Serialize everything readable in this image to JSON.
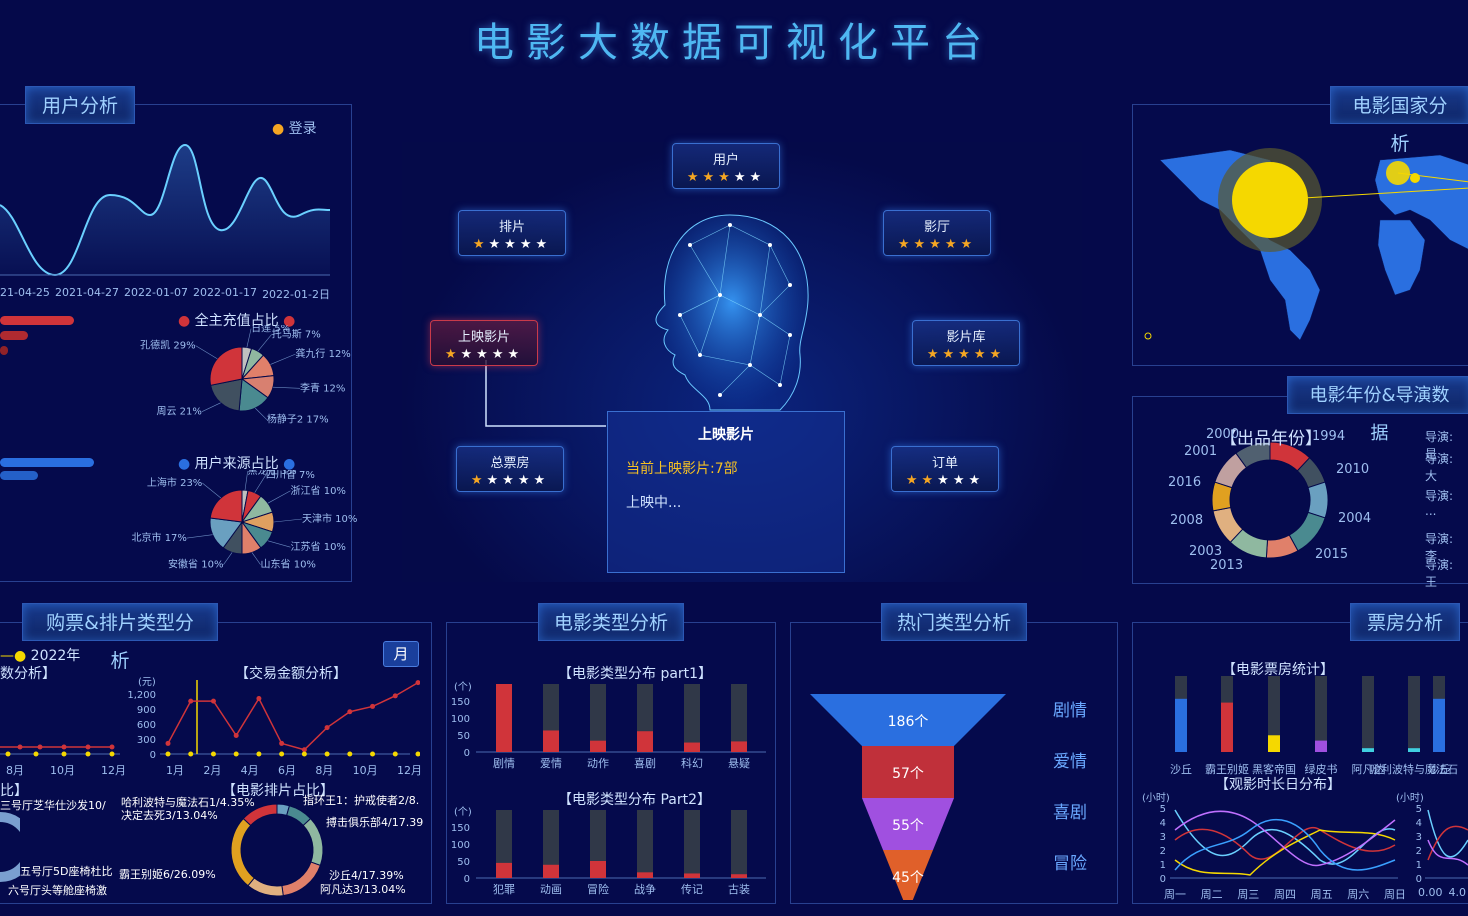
{
  "page": {
    "title": "电影大数据可视化平台"
  },
  "colors": {
    "bg": "#05094a",
    "accent": "#4fb8f2",
    "red": "#d0343a",
    "blue": "#2a6fe0",
    "gold": "#f5a623"
  },
  "user_analysis": {
    "tab": "用户分析",
    "legend": "登录",
    "dates": [
      "21-04-25",
      "2021-04-27",
      "2022-01-07",
      "2022-01-17",
      "2022-01-2日"
    ],
    "recharge_title": "全主充值占比",
    "recharge": [
      {
        "label": "日莲 5%",
        "value": 5
      },
      {
        "label": "托马斯 7%",
        "value": 7
      },
      {
        "label": "龚九行 12%",
        "value": 12
      },
      {
        "label": "李青 12%",
        "value": 12
      },
      {
        "label": "杨静子2 17%",
        "value": 17
      },
      {
        "label": "周云 21%",
        "value": 21
      },
      {
        "label": "孔德凯 29%",
        "value": 29
      }
    ],
    "source_title": "用户来源占比",
    "source": [
      {
        "label": "黑龙江 3%",
        "value": 3
      },
      {
        "label": "四川省 7%",
        "value": 7
      },
      {
        "label": "浙江省 10%",
        "value": 10
      },
      {
        "label": "天津市 10%",
        "value": 10
      },
      {
        "label": "江苏省 10%",
        "value": 10
      },
      {
        "label": "山东省 10%",
        "value": 10
      },
      {
        "label": "安徽省 10%",
        "value": 10
      },
      {
        "label": "北京市 17%",
        "value": 17
      },
      {
        "label": "上海市 23%",
        "value": 23
      }
    ]
  },
  "center": {
    "nodes": [
      {
        "label": "用户",
        "stars": 3
      },
      {
        "label": "排片",
        "stars": 1
      },
      {
        "label": "影厅",
        "stars": 5
      },
      {
        "label": "上映影片",
        "stars": 1
      },
      {
        "label": "影片库",
        "stars": 5
      },
      {
        "label": "总票房",
        "stars": 1
      },
      {
        "label": "订单",
        "stars": 2
      }
    ],
    "tooltip": {
      "title": "上映影片",
      "count": "当前上映影片:7部",
      "status": "上映中..."
    }
  },
  "country": {
    "tab": "电影国家分析"
  },
  "year_director": {
    "tab": "电影年份&导演数据",
    "center_title": "【出品年份】",
    "years": [
      "2001",
      "2000",
      "1994",
      "2010",
      "2016",
      "2004",
      "2008",
      "2003",
      "2013",
      "2015"
    ],
    "directors": [
      "导演: 是",
      "导演: 大",
      "导演: ...",
      "导演: 李",
      "导演: 王"
    ]
  },
  "ticket": {
    "tab": "购票&排片类型分析",
    "legend_year": "2022年",
    "left_title": "数分析】",
    "month_btn": "月",
    "right_title": "【交易金额分析】",
    "unit": "(元)",
    "yticks": [
      "1,200",
      "900",
      "600",
      "300",
      "0"
    ],
    "left_months": [
      "8月",
      "10月",
      "12月"
    ],
    "right_months": [
      "1月",
      "2月",
      "4月",
      "6月",
      "8月",
      "10月",
      "12月"
    ],
    "amount": [
      200,
      1000,
      1000,
      350,
      1050,
      200,
      80,
      500,
      800,
      900,
      1100,
      1350
    ],
    "base": [
      0,
      0,
      0,
      0,
      0,
      0,
      0,
      0,
      0,
      0,
      0,
      0
    ],
    "schedule_title": "【电影排片占比】",
    "schedule_left_title": "比】",
    "schedule": [
      {
        "label": "哈利波特与魔法石1/4.35%",
        "value": 4.35
      },
      {
        "label": "指环王1：护戒使者2/8.",
        "value": 8.7
      },
      {
        "label": "搏击俱乐部4/17.39",
        "value": 17.39
      },
      {
        "label": "沙丘4/17.39%",
        "value": 17.39
      },
      {
        "label": "阿凡达3/13.04%",
        "value": 13.04
      },
      {
        "label": "霸王别姬6/26.09%",
        "value": 26.09
      },
      {
        "label": "决定去死3/13.04%",
        "value": 13.04
      }
    ],
    "halls": [
      "三号厅芝华仕沙发10/",
      "五号厅5D座椅杜比",
      "六号厅头等舱座椅激"
    ]
  },
  "genre": {
    "tab": "电影类型分析",
    "part1_title": "【电影类型分布 part1】",
    "part2_title": "【电影类型分布 Part2】",
    "unit": "(个)",
    "yticks": [
      "150",
      "100",
      "50",
      "0"
    ],
    "part1": [
      {
        "name": "剧情",
        "value": 186
      },
      {
        "name": "爱情",
        "value": 57
      },
      {
        "name": "动作",
        "value": 30
      },
      {
        "name": "喜剧",
        "value": 55
      },
      {
        "name": "科幻",
        "value": 25
      },
      {
        "name": "悬疑",
        "value": 28
      }
    ],
    "part2": [
      {
        "name": "犯罪",
        "value": 40
      },
      {
        "name": "动画",
        "value": 35
      },
      {
        "name": "冒险",
        "value": 45
      },
      {
        "name": "战争",
        "value": 15
      },
      {
        "name": "传记",
        "value": 12
      },
      {
        "name": "古装",
        "value": 10
      }
    ]
  },
  "hot": {
    "tab": "热门类型分析",
    "funnel": [
      {
        "name": "剧情",
        "label": "186个",
        "value": 186
      },
      {
        "name": "爱情",
        "label": "57个",
        "value": 57
      },
      {
        "name": "喜剧",
        "label": "55个",
        "value": 55
      },
      {
        "name": "冒险",
        "label": "45个",
        "value": 45
      }
    ]
  },
  "boxoffice": {
    "tab": "票房分析",
    "stat_title": "【电影票房统计】",
    "movies": [
      {
        "name": "沙丘",
        "value": 0.7,
        "color": "#2a6fe0"
      },
      {
        "name": "霸王别姬",
        "value": 0.65,
        "color": "#d0343a"
      },
      {
        "name": "黑客帝国",
        "value": 0.22,
        "color": "#f5d800"
      },
      {
        "name": "绿皮书",
        "value": 0.15,
        "color": "#a050e0"
      },
      {
        "name": "阿凡达",
        "value": 0.05,
        "color": "#40d0e0"
      },
      {
        "name": "哈利波特与魔法石",
        "value": 0.05,
        "color": "#40d0e0"
      },
      {
        "name": "沙丘",
        "value": 0.7,
        "color": "#2a6fe0"
      }
    ],
    "duration_title": "【观影时长日分布】",
    "unit": "(小时)",
    "yticks": [
      "5",
      "4",
      "3",
      "2",
      "1",
      "0"
    ],
    "days": [
      "周一",
      "周二",
      "周三",
      "周四",
      "周五",
      "周六",
      "周日"
    ],
    "right_x": [
      "0.00",
      "4.0"
    ]
  }
}
